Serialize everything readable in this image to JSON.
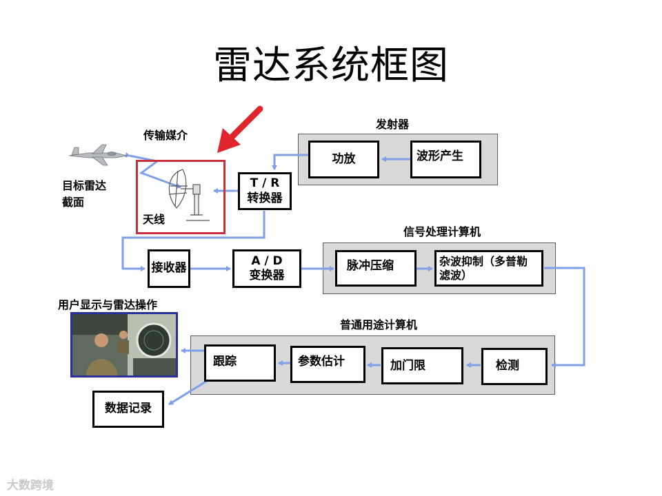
{
  "title": "雷达系统框图",
  "labels": {
    "transmitter": "发射器",
    "medium": "传输媒介",
    "target_rcs_line1": "目标雷达",
    "target_rcs_line2": "截面",
    "signal_processing": "信号处理计算机",
    "general_computer": "普通用途计算机",
    "user_display": "用户显示与雷达操作"
  },
  "blocks": {
    "power_amp": "功放",
    "waveform": "波形产生",
    "antenna": "天线",
    "tr_line1": "T / R",
    "tr_line2": "转换器",
    "receiver": "接收器",
    "ad_line1": "A / D",
    "ad_line2": "变换器",
    "pulse_compression": "脉冲压缩",
    "clutter_line1": "杂波抑制（多普勒",
    "clutter_line2": "滤波）",
    "detection": "检测",
    "threshold": "加门限",
    "parameter_est": "参数估计",
    "tracking": "跟踪",
    "data_record": "数据记录"
  },
  "watermark": "大数跨境",
  "colors": {
    "arrow_blue": "#7f9fe6",
    "highlight_red": "#e0252d",
    "group_gray": "#d9d9d9",
    "photo_border": "#2b2f9c"
  }
}
